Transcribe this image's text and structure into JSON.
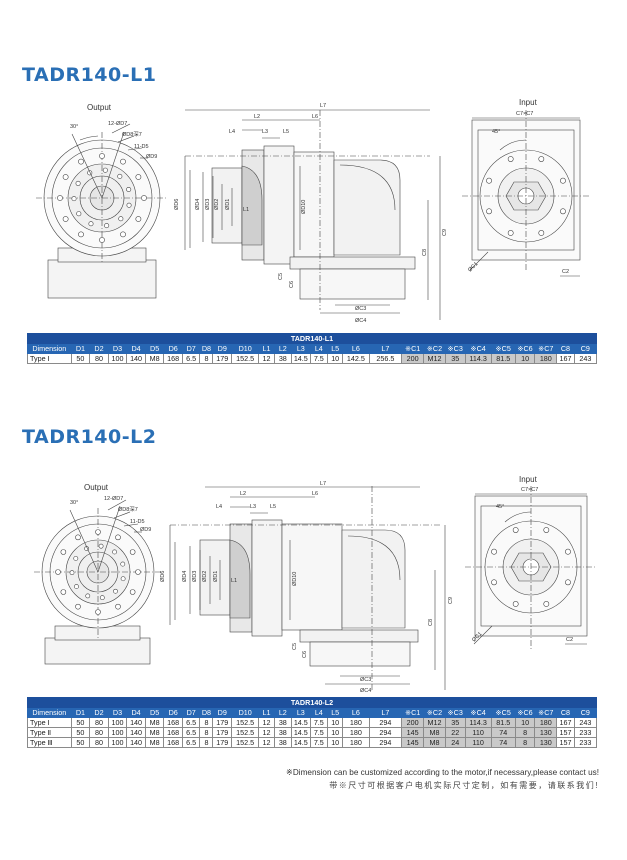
{
  "section1": {
    "title": "TADR140-L1",
    "output_label": "Output",
    "input_label": "Input",
    "front_labels": {
      "angle": "30°",
      "hole": "12-ØD7",
      "d8": "ØD8深7",
      "d5": "11-D5",
      "d9": "ØD9"
    },
    "side_labels": {
      "L7": "L7",
      "L2": "L2",
      "L6": "L6",
      "L4": "L4",
      "L3": "L3",
      "L5": "L5",
      "D6": "ØD6",
      "D4": "ØD4",
      "D3": "ØD3",
      "D2": "ØD2",
      "D1": "ØD1",
      "L1": "L1",
      "D10": "ØD10",
      "C8": "C8",
      "C9": "C9",
      "C5": "C5",
      "C6": "C6",
      "C3": "ØC3",
      "C4": "ØC4"
    },
    "input_labels": {
      "C7": "C7×C7",
      "angle": "45°",
      "C1": "ØC1",
      "C2": "C2"
    },
    "table": {
      "caption": "TADR140-L1",
      "headers": [
        "Dimension",
        "D1",
        "D2",
        "D3",
        "D4",
        "D5",
        "D6",
        "D7",
        "D8",
        "D9",
        "D10",
        "L1",
        "L2",
        "L3",
        "L4",
        "L5",
        "L6",
        "L7",
        "※C1",
        "※C2",
        "※C3",
        "※C4",
        "※C5",
        "※C6",
        "※C7",
        "C8",
        "C9"
      ],
      "rows": [
        [
          "Type Ⅰ",
          "50",
          "80",
          "100",
          "140",
          "M8",
          "168",
          "6.5",
          "8",
          "179",
          "152.5",
          "12",
          "38",
          "14.5",
          "7.5",
          "10",
          "142.5",
          "256.5",
          "200",
          "M12",
          "35",
          "114.3",
          "81.5",
          "10",
          "180",
          "167",
          "243"
        ]
      ]
    }
  },
  "section2": {
    "title": "TADR140-L2",
    "output_label": "Output",
    "input_label": "Input",
    "front_labels": {
      "angle": "30°",
      "hole": "12-ØD7",
      "d8": "ØD8深7",
      "d5": "11-D5",
      "d9": "ØD9"
    },
    "side_labels": {
      "L7": "L7",
      "L2": "L2",
      "L6": "L6",
      "L4": "L4",
      "L3": "L3",
      "L5": "L5",
      "D6": "ØD6",
      "D4": "ØD4",
      "D3": "ØD3",
      "D2": "ØD2",
      "D1": "ØD1",
      "L1": "L1",
      "D10": "ØD10",
      "C8": "C8",
      "C9": "C9",
      "C5": "C5",
      "C6": "C6",
      "C3": "ØC3",
      "C4": "ØC4"
    },
    "input_labels": {
      "C7": "C7×C7",
      "angle": "45°",
      "C1": "ØC1",
      "C2": "C2"
    },
    "table": {
      "caption": "TADR140-L2",
      "headers": [
        "Dimension",
        "D1",
        "D2",
        "D3",
        "D4",
        "D5",
        "D6",
        "D7",
        "D8",
        "D9",
        "D10",
        "L1",
        "L2",
        "L3",
        "L4",
        "L5",
        "L6",
        "L7",
        "※C1",
        "※C2",
        "※C3",
        "※C4",
        "※C5",
        "※C6",
        "※C7",
        "C8",
        "C9"
      ],
      "rows": [
        [
          "Type Ⅰ",
          "50",
          "80",
          "100",
          "140",
          "M8",
          "168",
          "6.5",
          "8",
          "179",
          "152.5",
          "12",
          "38",
          "14.5",
          "7.5",
          "10",
          "180",
          "294",
          "200",
          "M12",
          "35",
          "114.3",
          "81.5",
          "10",
          "180",
          "167",
          "243"
        ],
        [
          "Type Ⅱ",
          "50",
          "80",
          "100",
          "140",
          "M8",
          "168",
          "6.5",
          "8",
          "179",
          "152.5",
          "12",
          "38",
          "14.5",
          "7.5",
          "10",
          "180",
          "294",
          "145",
          "M8",
          "22",
          "110",
          "74",
          "8",
          "130",
          "157",
          "233"
        ],
        [
          "Type Ⅲ",
          "50",
          "80",
          "100",
          "140",
          "M8",
          "168",
          "6.5",
          "8",
          "179",
          "152.5",
          "12",
          "38",
          "14.5",
          "7.5",
          "10",
          "180",
          "294",
          "145",
          "M8",
          "24",
          "110",
          "74",
          "8",
          "130",
          "157",
          "233"
        ]
      ]
    }
  },
  "footnote": {
    "en": "※Dimension can be customized according to the motor,if necessary,please contact us!",
    "cn": "带※尺寸可根据客户电机实际尺寸定制，如有需要，请联系我们!"
  },
  "colors": {
    "title": "#2a6fb5",
    "table_caption": "#1d4f9c",
    "table_header": "#2766b3",
    "shaded_cell": "#c9c9c9"
  }
}
